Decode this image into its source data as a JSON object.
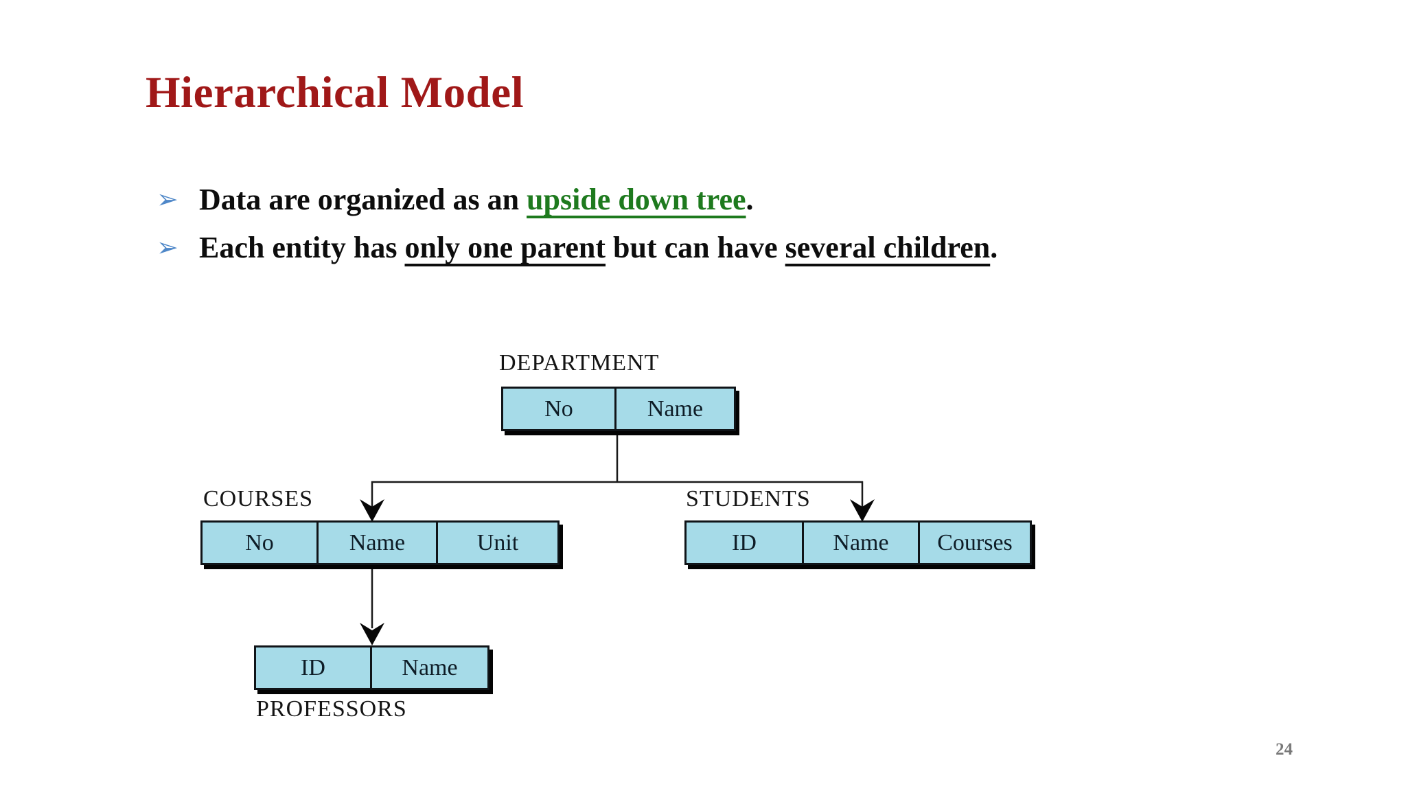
{
  "slide": {
    "title": "Hierarchical Model",
    "page_number": "24"
  },
  "bullets": [
    {
      "marker": "➢",
      "segments": [
        {
          "text": "Data are organized as an ",
          "style": "plain"
        },
        {
          "text": "upside down tree",
          "style": "green-underline"
        },
        {
          "text": ".",
          "style": "plain"
        }
      ]
    },
    {
      "marker": "➢",
      "segments": [
        {
          "text": "Each entity has ",
          "style": "plain"
        },
        {
          "text": "only one parent",
          "style": "underline"
        },
        {
          "text": " but can have ",
          "style": "plain"
        },
        {
          "text": "several children",
          "style": "underline"
        },
        {
          "text": ".",
          "style": "plain"
        }
      ]
    }
  ],
  "diagram": {
    "nodes": {
      "department": {
        "label": "DEPARTMENT",
        "fields": [
          "No",
          "Name"
        ]
      },
      "courses": {
        "label": "COURSES",
        "fields": [
          "No",
          "Name",
          "Unit"
        ]
      },
      "students": {
        "label": "STUDENTS",
        "fields": [
          "ID",
          "Name",
          "Courses"
        ]
      },
      "professors": {
        "label": "PROFESSORS",
        "fields": [
          "ID",
          "Name"
        ]
      }
    },
    "edges": [
      {
        "from": "DEPARTMENT",
        "to": "COURSES"
      },
      {
        "from": "DEPARTMENT",
        "to": "STUDENTS"
      },
      {
        "from": "COURSES",
        "to": "PROFESSORS"
      }
    ]
  },
  "colors": {
    "title_red": "#A01818",
    "green_highlight": "#1E7A1E",
    "bullet_marker_blue": "#4E87C8",
    "cell_fill_blue": "#A6DBE8",
    "cell_border": "#101418",
    "table_shadow": "#030303",
    "page_number_gray": "#787878"
  }
}
